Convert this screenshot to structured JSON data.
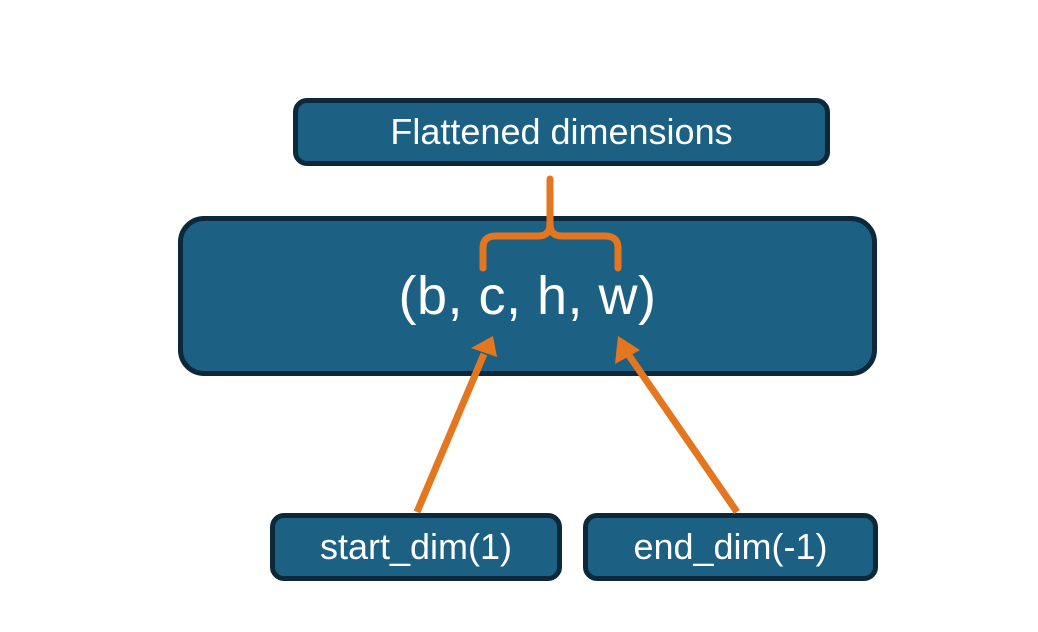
{
  "diagram": {
    "title_node": {
      "label": "Flattened dimensions",
      "name": "flattened-dimensions-node"
    },
    "shape_node": {
      "label": "(b, c, h, w)",
      "name": "tensor-shape-node"
    },
    "argument_nodes": [
      {
        "label": "start_dim(1)",
        "name": "start-dim-node"
      },
      {
        "label": "end_dim(-1)",
        "name": "end-dim-node"
      }
    ],
    "connectors": [
      {
        "name": "brace-connector",
        "from": "tensor-shape-node",
        "to": "flattened-dimensions-node",
        "style": "curly-brace"
      },
      {
        "name": "start-dim-arrow",
        "from": "start-dim-node",
        "to": "tensor-shape-node",
        "style": "arrow"
      },
      {
        "name": "end-dim-arrow",
        "from": "end-dim-node",
        "to": "tensor-shape-node",
        "style": "arrow"
      }
    ],
    "colors": {
      "node_fill": "#1c6183",
      "node_border": "#0d2839",
      "node_text": "#ffffff",
      "connector": "#e4761f",
      "background": "#ffffff"
    }
  }
}
